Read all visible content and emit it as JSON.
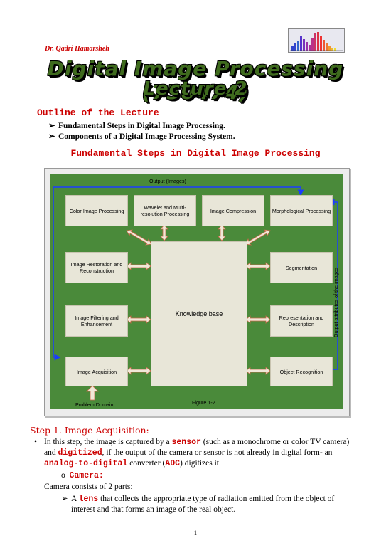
{
  "header": {
    "author": "Dr. Qadri Hamarsheh",
    "title_line1": "Digital Image Processing (750474)",
    "title_line2": "Lecture 2"
  },
  "outline": {
    "heading": "Outline of the Lecture",
    "items": [
      "Fundamental Steps in Digital Image Processing.",
      "Components of a Digital Image Processing System."
    ]
  },
  "section_heading": "Fundamental Steps in Digital Image Processing",
  "figure": {
    "output_label": "Output (Images)",
    "side_label": "Output attributes of the images",
    "caption": "Figure 1-2",
    "problem_domain": "Problem Domain",
    "knowledge_base": "Knowledge base",
    "boxes": {
      "color": "Color Image Processing",
      "wavelet": "Wavelet and Multi-resolution Processing",
      "compression": "Image Compression",
      "morph": "Morphological Processing",
      "restoration": "Image Restoration and Reconstruction",
      "segmentation": "Segmentation",
      "filtering": "Image Filtering and Enhancement",
      "representation": "Representation and Description",
      "acquisition": "Image Acquisition",
      "recognition": "Object Recognition"
    }
  },
  "step1": {
    "heading": "Step 1. Image Acquisition:",
    "p1_a": "In this step, the image is captured by a ",
    "p1_b": "sensor",
    "p1_c": " (such as a monochrome or color TV camera) and ",
    "p1_d": "digitized",
    "p1_e": ", if the output of the camera or sensor is not already in digital form- an ",
    "p1_f": "analog-to-digital",
    "p1_g": " converter (",
    "p1_h": "ADC",
    "p1_i": ") digitizes it.",
    "camera_label": "Camera:",
    "camera_parts": "Camera consists of 2 parts:",
    "lens_a": "A ",
    "lens_b": "lens",
    "lens_c": " that collects the appropriate type of radiation emitted from the object of interest and that forms an image of the real object."
  },
  "page_number": "1",
  "colors": {
    "accent_red": "#cc0000",
    "figure_green": "#4a8a3a",
    "arrow_blue": "#1a3cff",
    "title_green": "#3f6b1e"
  }
}
